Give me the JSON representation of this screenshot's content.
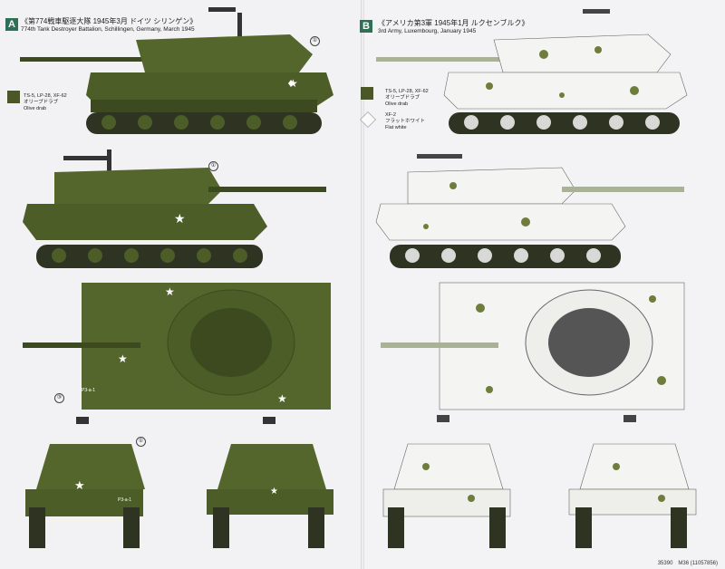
{
  "footer": "35390　M36 (11057856)",
  "schemes": [
    {
      "letter": "A",
      "badge_color": "#2f6f55",
      "title_jp": "《第774戦車駆逐大隊 1945年3月 ドイツ シリンゲン》",
      "title_en": "774th Tank Destroyer Battalion, Schillingen, Germany, March 1945",
      "colors": [
        {
          "l1": "TS-5, LP-28, XF-62",
          "l2": "オリーブドラブ",
          "l3": "Olive drab",
          "swatch": "#4b5726"
        }
      ],
      "callouts": [
        "①",
        "①",
        "③",
        "①"
      ],
      "hull_marking": "P3-a-1"
    },
    {
      "letter": "B",
      "badge_color": "#2f6f55",
      "title_jp": "《アメリカ第3軍 1945年1月 ルクセンブルク》",
      "title_en": "3rd Army, Luxembourg, January 1945",
      "colors": [
        {
          "l1": "TS-5, LP-28, XF-62",
          "l2": "オリーブドラブ",
          "l3": "Olive drab",
          "swatch": "#4b5726"
        },
        {
          "l1": "XF-2",
          "l2": "フラットホワイト",
          "l3": "Flat white",
          "swatch": "#fafafa"
        }
      ]
    }
  ],
  "colors": {
    "olive": "#55662d",
    "olive_dark": "#3d4a1f",
    "olive_light": "#6e7d3c",
    "white": "#f4f4f2",
    "track": "#2e3322"
  }
}
